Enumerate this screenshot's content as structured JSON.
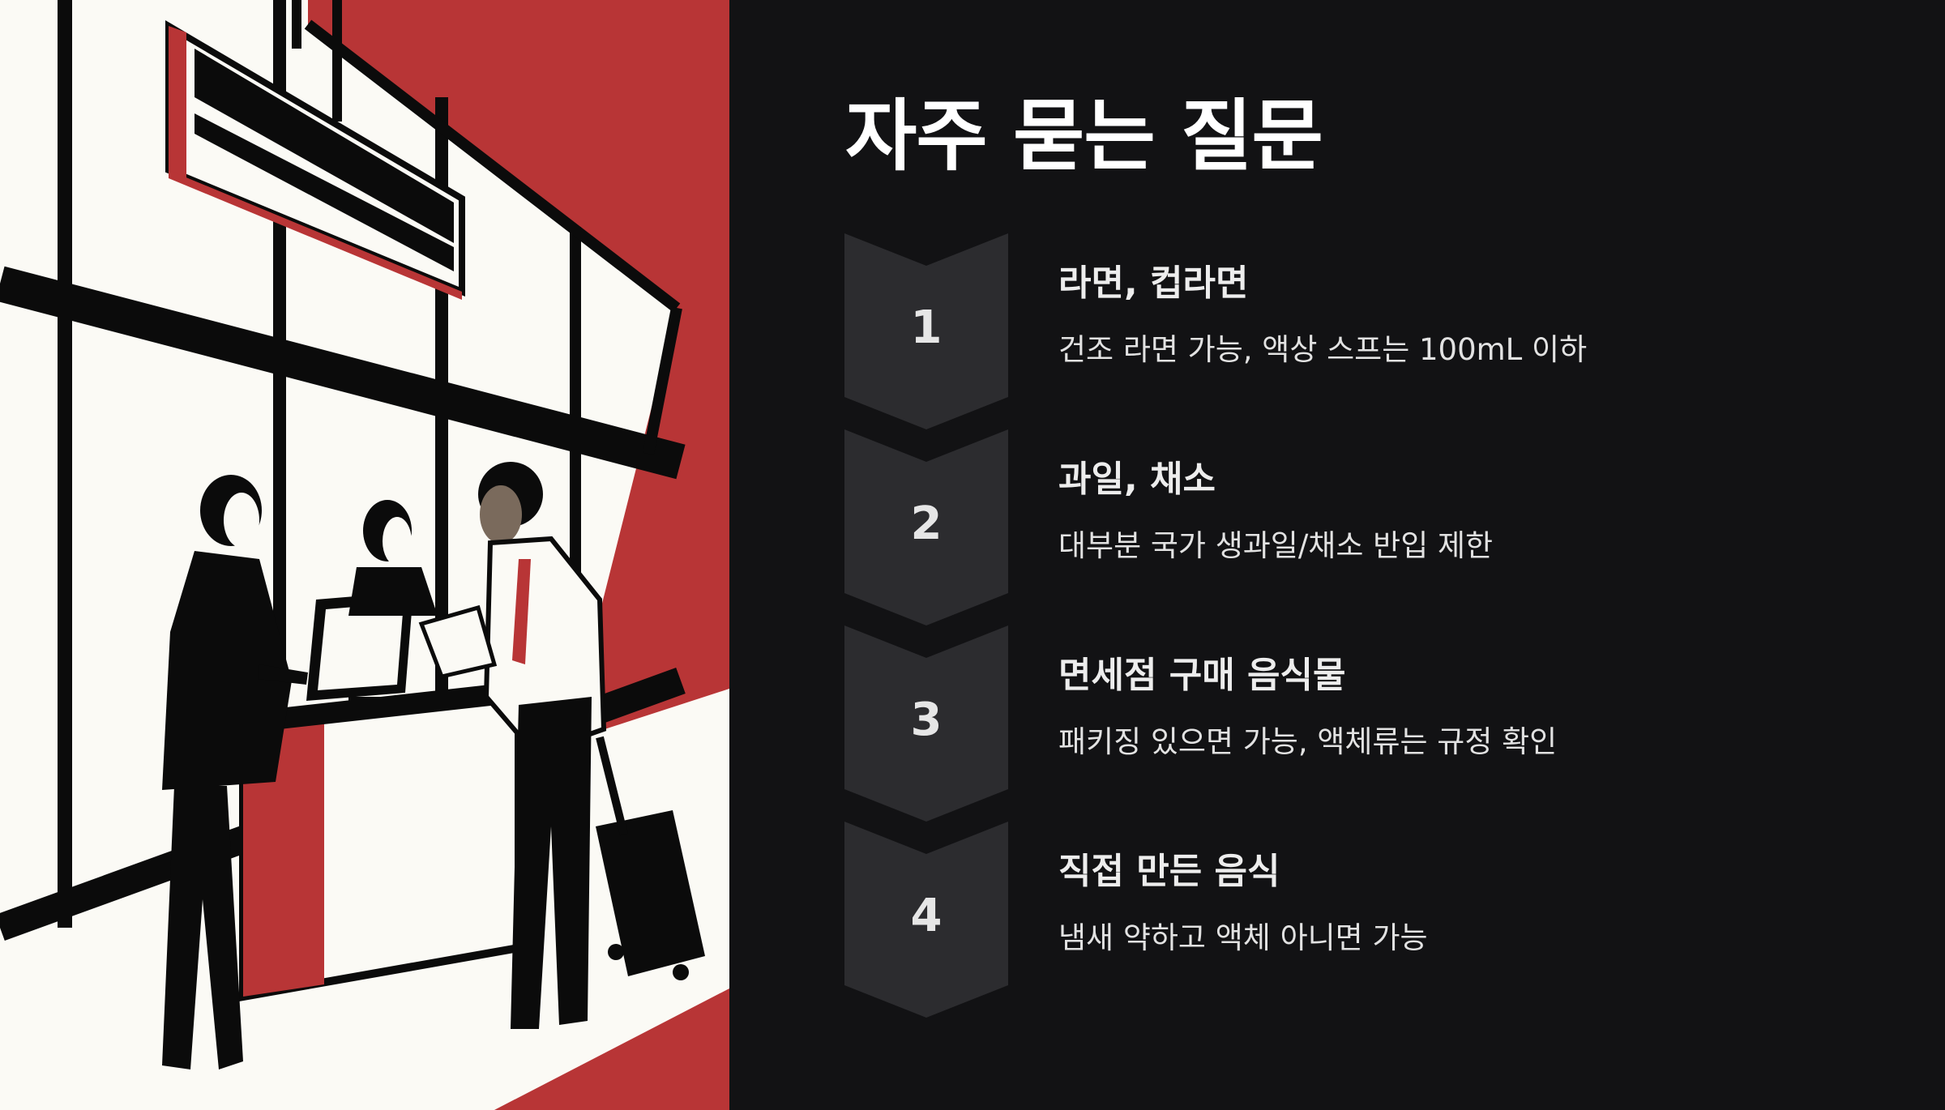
{
  "title": "자주 묻는 질문",
  "colors": {
    "background": "#121214",
    "chevron": "#2c2c2f",
    "accent_red": "#b83536",
    "text": "#ffffff"
  },
  "illustration": {
    "description_icon": "airport-checkin-illustration"
  },
  "faq": [
    {
      "number": "1",
      "heading": "라면, 컵라면",
      "description": "건조 라면 가능, 액상 스프는 100mL 이하"
    },
    {
      "number": "2",
      "heading": "과일, 채소",
      "description": "대부분 국가 생과일/채소 반입 제한"
    },
    {
      "number": "3",
      "heading": "면세점 구매 음식물",
      "description": "패키징 있으면 가능, 액체류는 규정 확인"
    },
    {
      "number": "4",
      "heading": "직접 만든 음식",
      "description": "냄새 약하고 액체 아니면 가능"
    }
  ]
}
